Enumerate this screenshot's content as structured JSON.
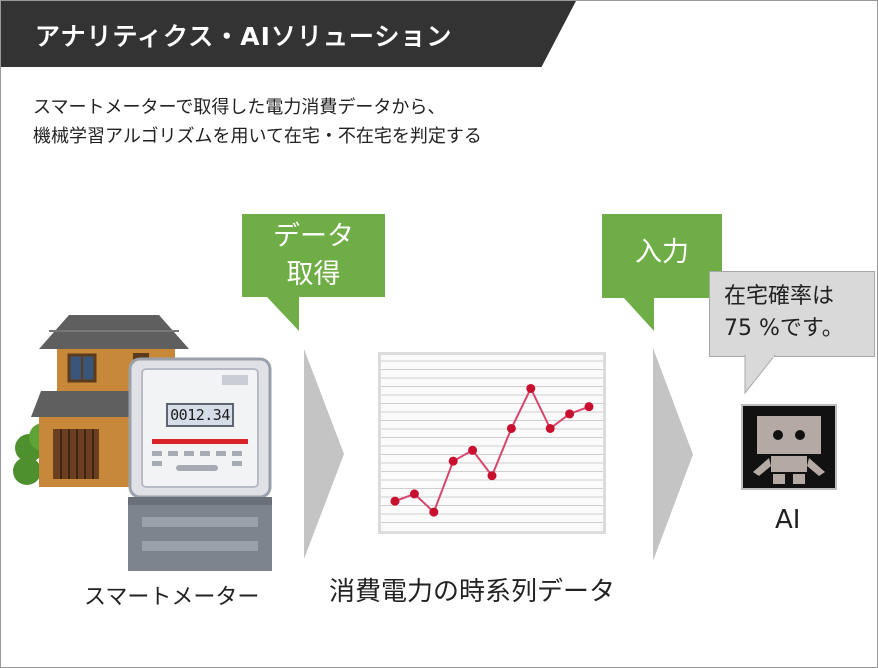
{
  "header": {
    "title": "アナリティクス・AIソリューション"
  },
  "description": {
    "line1": "スマートメーターで取得した電力消費データから、",
    "line2": "機械学習アルゴリズムを用いて在宅・不在宅を判定する"
  },
  "callouts": {
    "data_acquisition": {
      "line1": "データ",
      "line2": "取得"
    },
    "input": "入力"
  },
  "meter": {
    "reading": "0012.34",
    "label": "スマートメーター"
  },
  "chart_data": {
    "type": "line",
    "label": "消費電力の時系列データ",
    "x": [
      1,
      2,
      3,
      4,
      5,
      6,
      7,
      8,
      9,
      10,
      11
    ],
    "values": [
      3,
      4,
      1.5,
      8.5,
      10,
      6.5,
      13,
      18.5,
      13,
      15,
      16
    ],
    "ylim": [
      0,
      22
    ],
    "grid": true,
    "line_color": "#d6476e"
  },
  "ai": {
    "bubble_line1": "在宅確率は",
    "bubble_line2": "75 %です。",
    "label": "AI"
  },
  "colors": {
    "banner": "#333333",
    "callout_green": "#6fae46",
    "chevron_gray": "#c4c4c4"
  }
}
